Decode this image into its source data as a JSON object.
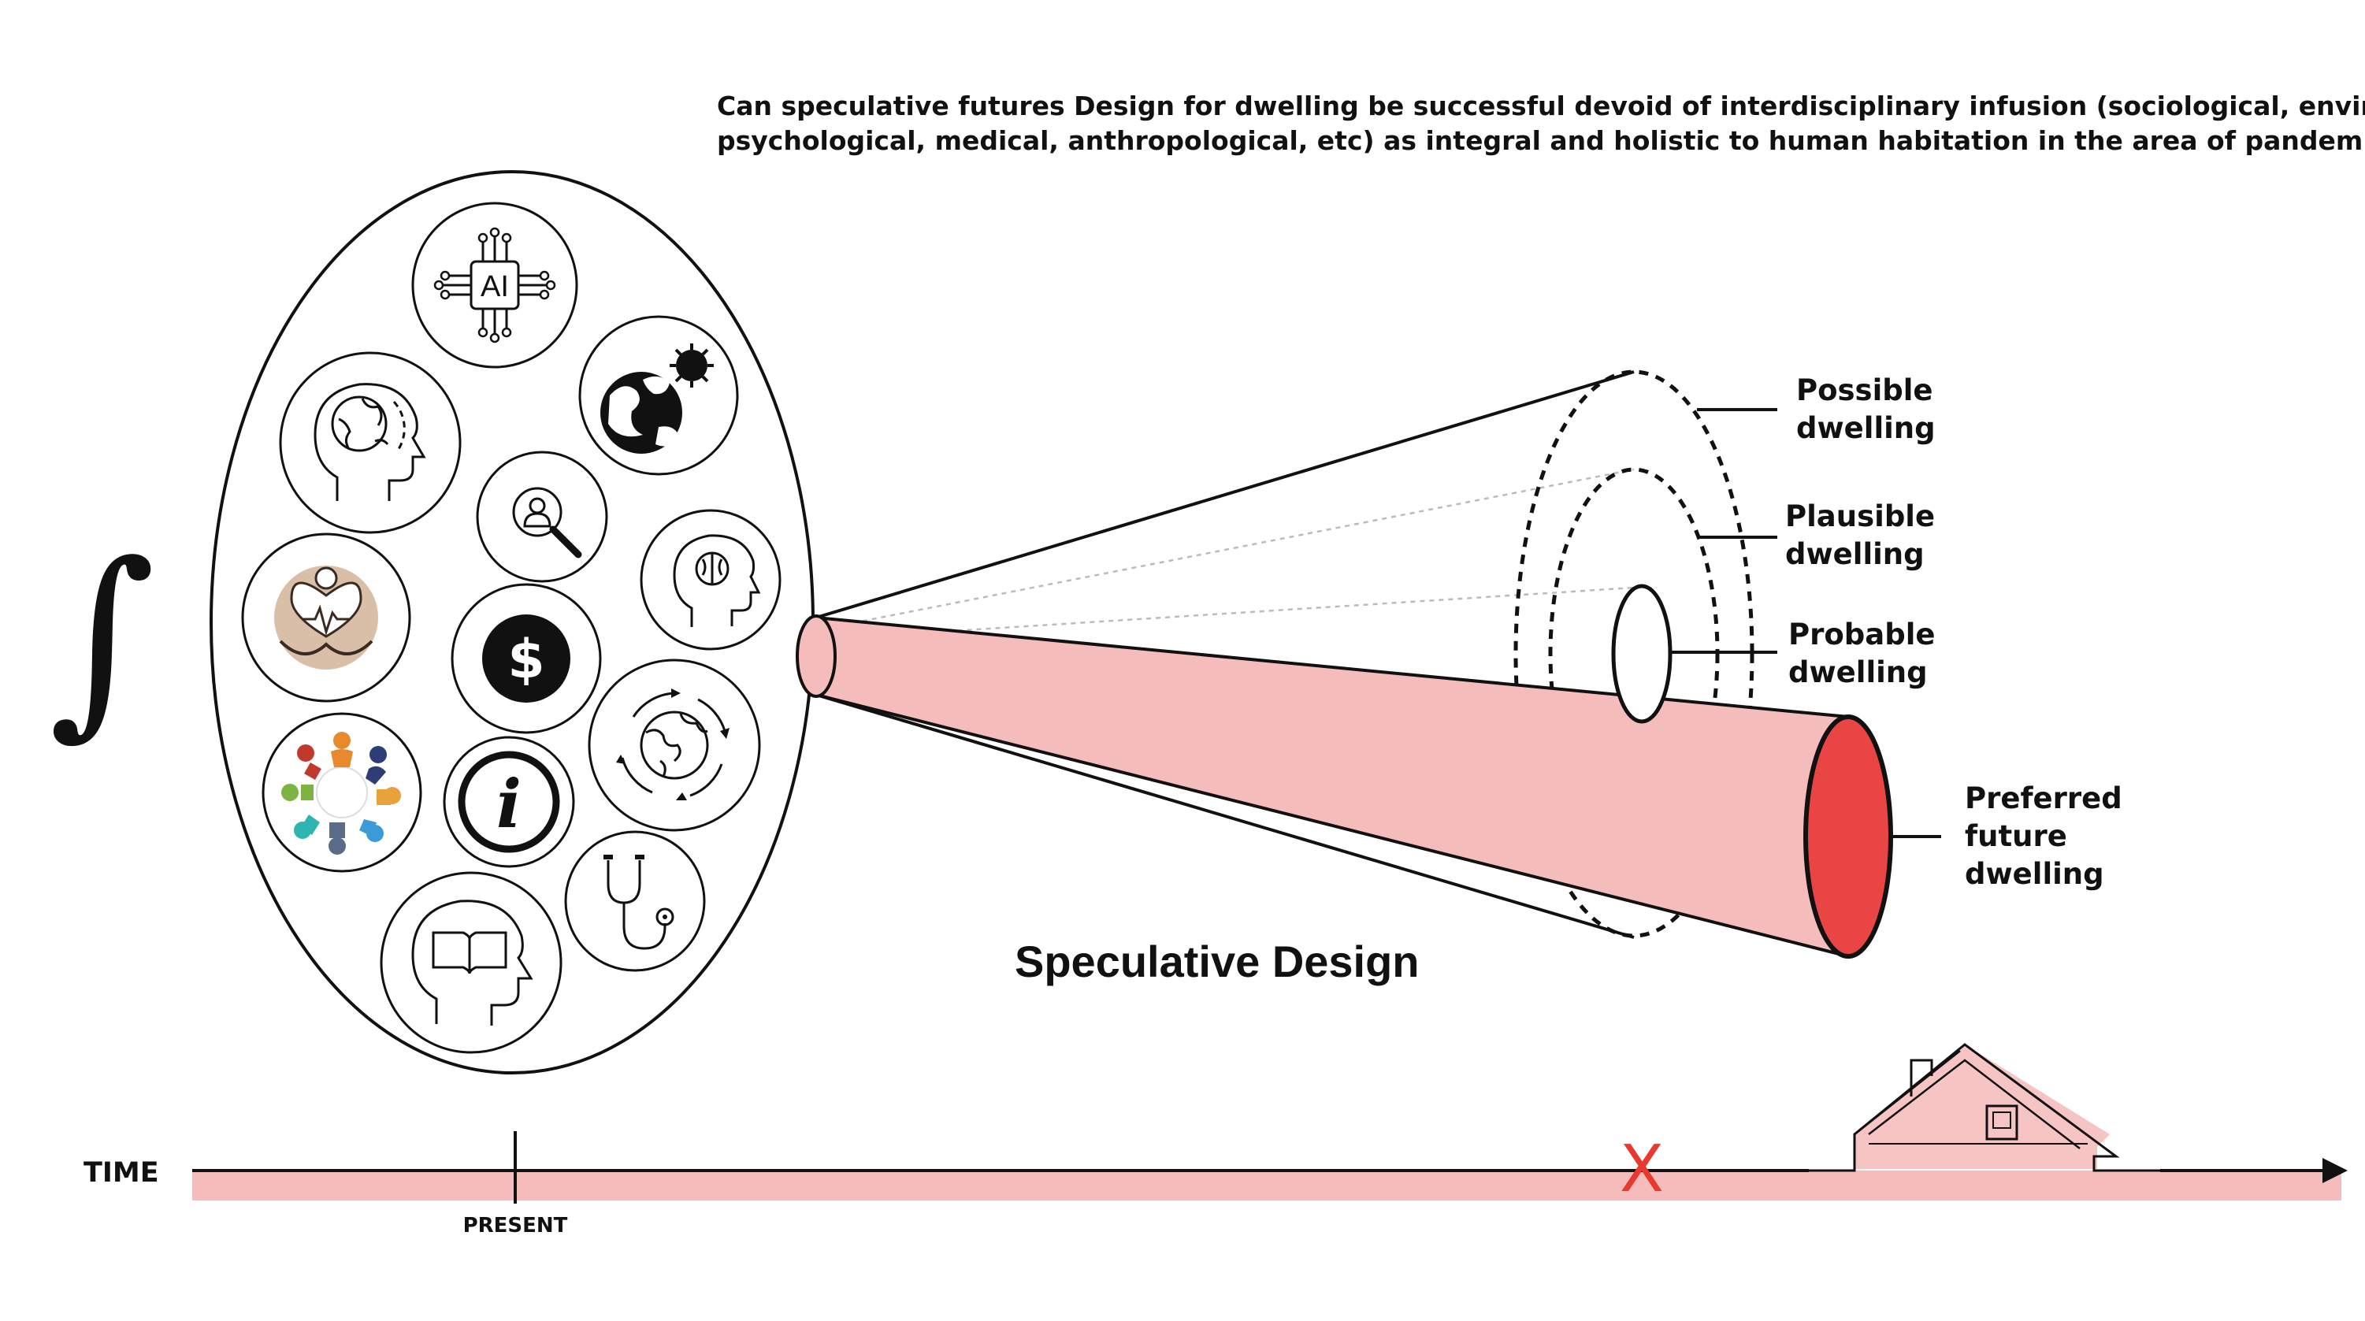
{
  "question": {
    "line1": "Can speculative futures Design for dwelling be successful devoid of interdisciplinary infusion (sociological, environmental,",
    "line2": "psychological, medical, anthropological, etc) as integral and holistic to human habitation in the area of pandemics?"
  },
  "integral_symbol": "∫",
  "icons": [
    {
      "name": "ai-chip-icon",
      "text": "AI"
    },
    {
      "name": "globe-virus-icon"
    },
    {
      "name": "brain-globe-head-icon"
    },
    {
      "name": "user-search-icon"
    },
    {
      "name": "psychology-head-icon"
    },
    {
      "name": "wellbeing-heart-icon"
    },
    {
      "name": "dollar-icon",
      "text": "$"
    },
    {
      "name": "earth-cycle-icon"
    },
    {
      "name": "community-circle-icon"
    },
    {
      "name": "info-icon",
      "text": "i"
    },
    {
      "name": "stethoscope-icon"
    },
    {
      "name": "knowledge-head-icon"
    }
  ],
  "cone_labels": {
    "possible": [
      "Possible",
      "dwelling"
    ],
    "plausible": [
      "Plausible",
      "dwelling"
    ],
    "probable": [
      "Probable",
      "dwelling"
    ],
    "preferred": [
      "Preferred",
      "future",
      "dwelling"
    ]
  },
  "diagram_title": "Speculative Design",
  "timeline": {
    "axis_label": "TIME",
    "present_label": "PRESENT",
    "marker_glyph": "X"
  },
  "colors": {
    "cone_fill": "#f5bcbc",
    "preferred_fill": "#ea4545",
    "timeline_band": "#f5bcbc",
    "x_marker": "#e8392e",
    "house_fill": "#f7c4c4",
    "ink": "#111111"
  }
}
